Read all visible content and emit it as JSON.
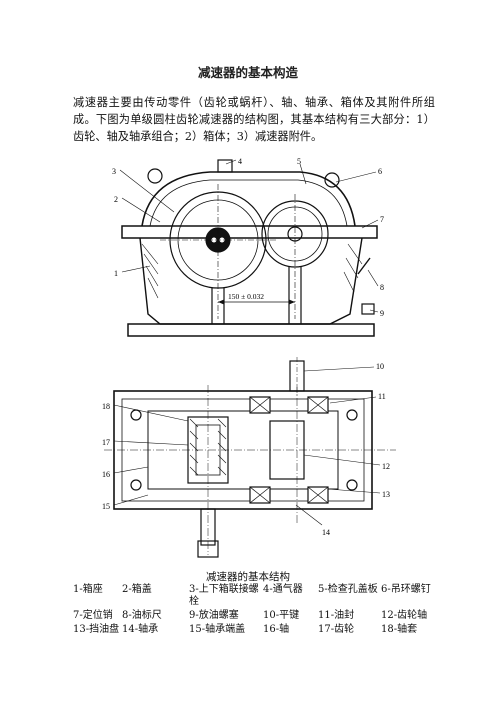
{
  "document": {
    "title": "减速器的基本构造",
    "paragraph": "减速器主要由传动零件（齿轮或蜗杆）、轴、轴承、箱体及其附件所组成。下图为单级圆柱齿轮减速器的结构图，其基本结构有三大部分：1）齿轮、轴及轴承组合；2）箱体；3）减速器附件。",
    "caption": "减速器的基本结构"
  },
  "figure_top": {
    "dimension": "150 ± 0.032",
    "callouts": [
      "1",
      "2",
      "3",
      "4",
      "5",
      "6",
      "7",
      "8",
      "9"
    ]
  },
  "figure_bottom": {
    "callouts": [
      "10",
      "11",
      "12",
      "13",
      "14",
      "15",
      "16",
      "17",
      "18"
    ]
  },
  "parts": [
    [
      "1-箱座",
      "2-箱盖",
      "3-上下箱联接螺栓",
      "4-通气器",
      "5-检查孔盖板",
      "6-吊环螺钉"
    ],
    [
      "7-定位销",
      "8-油标尺",
      "9-放油螺塞",
      "10-平键",
      "11-油封",
      "12-齿轮轴"
    ],
    [
      "13-挡油盘",
      "14-轴承",
      "15-轴承端盖",
      "16-轴",
      "17-齿轮",
      "18-轴套"
    ]
  ]
}
